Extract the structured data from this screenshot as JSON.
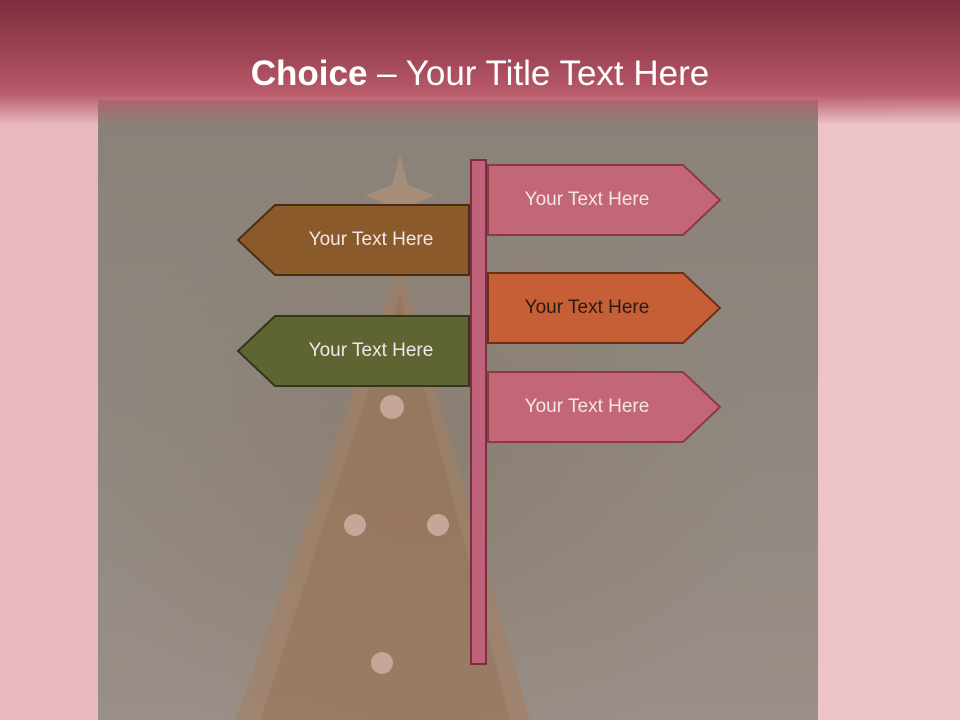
{
  "title": {
    "bold": "Choice",
    "dash": " – ",
    "rest": "Your Title Text Here"
  },
  "signs": [
    {
      "label": "Your Text Here",
      "color": "#c36675",
      "text_color": "#f3e6e8"
    },
    {
      "label": "Your Text Here",
      "color": "#8b5a2b",
      "text_color": "#f3e6e8"
    },
    {
      "label": "Your Text Here",
      "color": "#c65f35",
      "text_color": "#2a1a12"
    },
    {
      "label": "Your Text Here",
      "color": "#5f6433",
      "text_color": "#f3e6e8"
    },
    {
      "label": "Your Text Here",
      "color": "#c36675",
      "text_color": "#f3e6e8"
    }
  ]
}
